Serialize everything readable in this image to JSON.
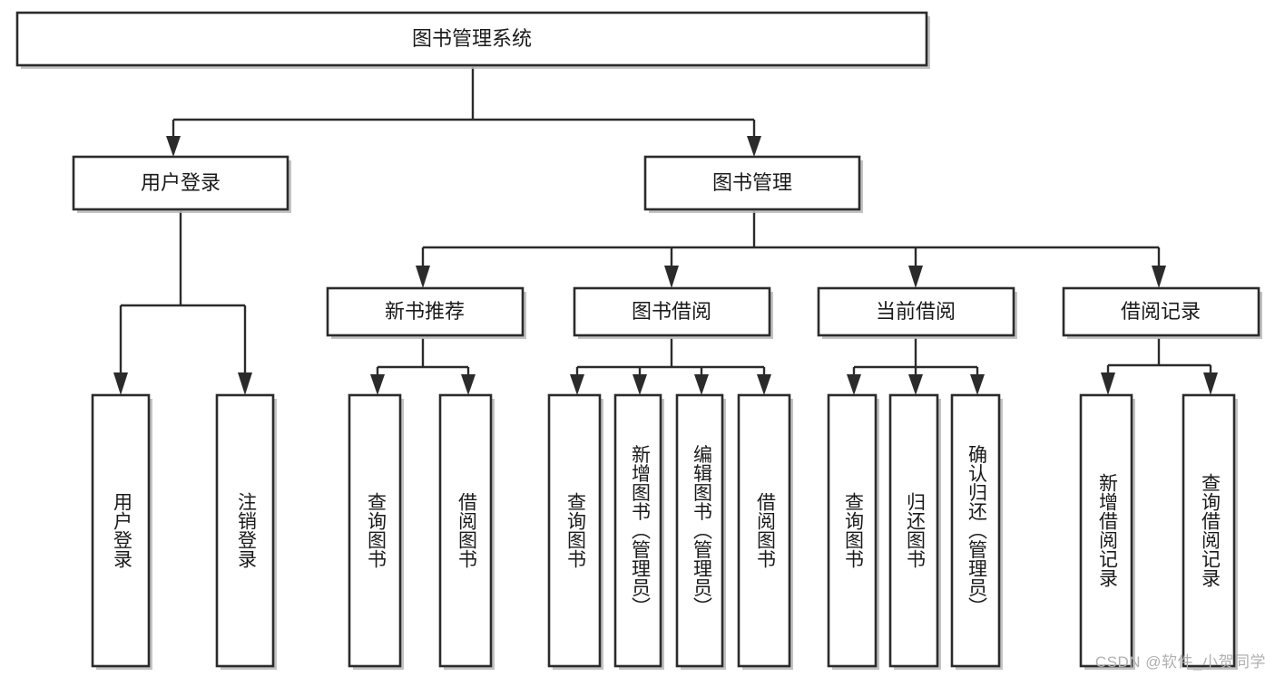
{
  "diagram": {
    "type": "tree-hierarchy",
    "title": "图书管理系统",
    "watermark": "CSDN @软件_小贺同学",
    "colors": {
      "box_stroke": "#2b2b2b",
      "box_fill": "#ffffff",
      "connector": "#2b2b2b",
      "shadow": "#b9b9b9",
      "text": "#1a1a1a",
      "watermark": "#b0b0b0"
    },
    "root": {
      "label": "图书管理系统"
    },
    "level2": [
      {
        "label": "用户登录"
      },
      {
        "label": "图书管理"
      }
    ],
    "level3": [
      {
        "label": "新书推荐"
      },
      {
        "label": "图书借阅"
      },
      {
        "label": "当前借阅"
      },
      {
        "label": "借阅记录"
      }
    ],
    "leaves": {
      "user_login": [
        {
          "label": "用户登录"
        },
        {
          "label": "注销登录"
        }
      ],
      "new_book_recommend": [
        {
          "label": "查询图书"
        },
        {
          "label": "借阅图书"
        }
      ],
      "book_borrow": [
        {
          "label": "查询图书"
        },
        {
          "label": "新增图书（管理员）"
        },
        {
          "label": "编辑图书（管理员）"
        },
        {
          "label": "借阅图书"
        }
      ],
      "current_borrow": [
        {
          "label": "查询图书"
        },
        {
          "label": "归还图书"
        },
        {
          "label": "确认归还（管理员）"
        }
      ],
      "borrow_record": [
        {
          "label": "新增借阅记录"
        },
        {
          "label": "查询借阅记录"
        }
      ]
    }
  }
}
